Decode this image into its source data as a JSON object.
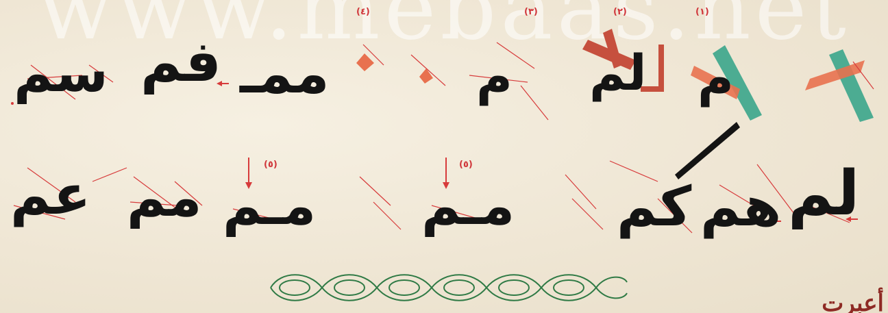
{
  "watermark": "www.mebaas.net",
  "step_labels": {
    "s1": "(١)",
    "s2": "(٢)",
    "s3": "(٣)",
    "s4": "(٤)",
    "s5a": "(٥)",
    "s5b": "(٥)"
  },
  "top_row": {
    "g_m1": "م",
    "g_lam_m": "لم",
    "g_m3": "م",
    "g_m4": "ممـ",
    "g_fam": "فم",
    "g_sam": "سم"
  },
  "bottom_row": {
    "g_lam": "لم",
    "g_ham": "هم",
    "g_kam": "كم",
    "g_mam1": "مـم",
    "g_mam2": "مـم",
    "g_mom": "مم",
    "g_am": "عم"
  },
  "signature": "أعبرت",
  "colors": {
    "ink": "#141414",
    "red_guide": "#d73b3b",
    "orange_stroke": "#e8714f",
    "teal_stroke": "#3aa58b",
    "brick_stroke": "#c6503e",
    "ornament": "#2f7a45",
    "signature": "#8e2a24"
  }
}
